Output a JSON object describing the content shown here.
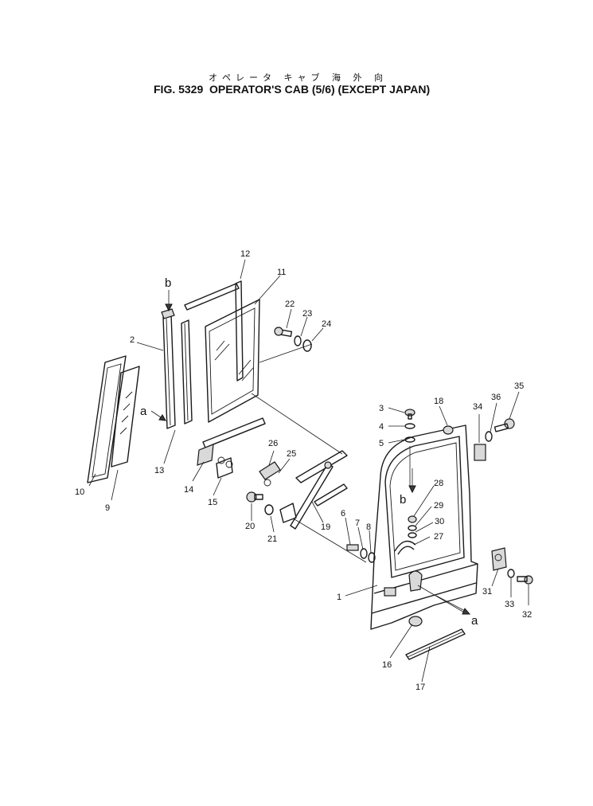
{
  "title_jp": "オペレータ キャブ 海 外 向",
  "title": "FIG. 5329  OPERATOR'S CAB (5/6) (EXCEPT JAPAN)",
  "callouts": {
    "a1": "a",
    "a2": "a",
    "b1": "b",
    "b2": "b",
    "n1": "1",
    "n2": "2",
    "n3": "3",
    "n4": "4",
    "n5": "5",
    "n6": "6",
    "n7": "7",
    "n8": "8",
    "n9": "9",
    "n10": "10",
    "n11": "11",
    "n12": "12",
    "n13": "13",
    "n14": "14",
    "n15": "15",
    "n16": "16",
    "n17": "17",
    "n18": "18",
    "n19": "19",
    "n20": "20",
    "n21": "21",
    "n22": "22",
    "n23": "23",
    "n24": "24",
    "n25": "25",
    "n26": "26",
    "n27": "27",
    "n28": "28",
    "n29": "29",
    "n30": "30",
    "n31": "31",
    "n32": "32",
    "n33": "33",
    "n34": "34",
    "n35": "35",
    "n36": "36"
  }
}
